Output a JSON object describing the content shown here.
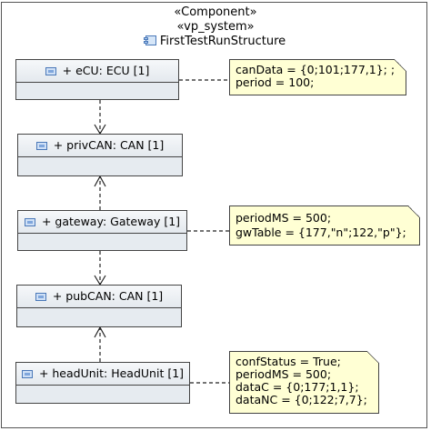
{
  "component": {
    "stereotype": "«Component»",
    "system": "«vp_system»",
    "name": "FirstTestRunStructure",
    "icon": "component-icon"
  },
  "parts": [
    {
      "id": "ecu",
      "label": "+ eCU: ECU [1]",
      "icon": "part-icon"
    },
    {
      "id": "privcan",
      "label": "+ privCAN: CAN [1]",
      "icon": "part-icon"
    },
    {
      "id": "gateway",
      "label": "+ gateway: Gateway [1]",
      "icon": "part-icon"
    },
    {
      "id": "pubcan",
      "label": "+ pubCAN: CAN [1]",
      "icon": "part-icon"
    },
    {
      "id": "headunit",
      "label": "+ headUnit: HeadUnit [1]",
      "icon": "part-icon"
    }
  ],
  "notes": [
    {
      "id": "ecu-note",
      "lines": [
        "canData = {0;101;177,1}; ;",
        "period = 100;"
      ]
    },
    {
      "id": "gateway-note",
      "lines": [
        "periodMS = 500;",
        "gwTable = {177,\"n\";122,\"p\"};"
      ]
    },
    {
      "id": "headunit-note",
      "lines": [
        "confStatus = True;",
        "periodMS = 500;",
        "dataC = {0;177;1,1};",
        "dataNC = {0;122;7,7};"
      ]
    }
  ]
}
